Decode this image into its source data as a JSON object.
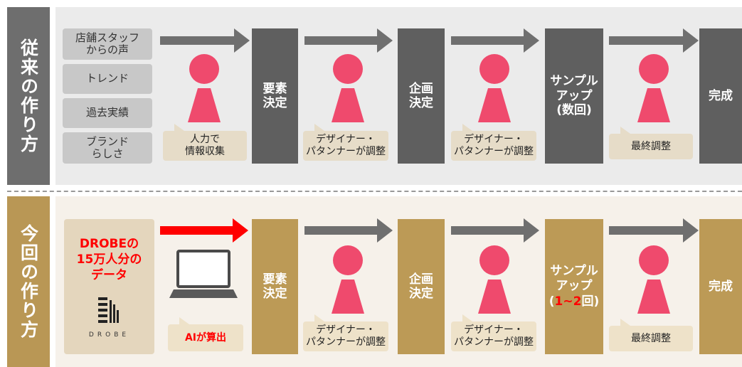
{
  "traditional": {
    "label": "従来の作り方",
    "sources": [
      "店舗スタッフ\nからの声",
      "トレンド",
      "過去実績",
      "ブランド\nらしさ"
    ],
    "bubble1": "人力で\n情報収集",
    "block_element": "要素\n決定",
    "bubble2": "デザイナー・\nパタンナーが調整",
    "block_plan": "企画\n決定",
    "bubble3": "デザイナー・\nパタンナーが調整",
    "block_sample": "サンプル\nアップ\n(数回)",
    "bubble4": "最終調整",
    "block_done": "完成"
  },
  "current": {
    "label": "今回の作り方",
    "data_source_line1": "DROBEの",
    "data_source_line2": "15万人分の",
    "data_source_line3": "データ",
    "brand_name": "DROBE",
    "ai_label": "AIが算出",
    "block_element": "要素\n決定",
    "bubble2": "デザイナー・\nパタンナーが調整",
    "block_plan": "企画\n決定",
    "bubble3": "デザイナー・\nパタンナーが調整",
    "block_sample_l1": "サンプル",
    "block_sample_l2": "アップ",
    "block_sample_l3a": "(",
    "block_sample_l3b": "1~2",
    "block_sample_l3c": "回)",
    "bubble4": "最終調整",
    "block_done": "完成"
  },
  "colors": {
    "traditional_sidebar": "#6e6e6e",
    "traditional_block": "#5f5f5f",
    "traditional_panel": "#ebebeb",
    "current_sidebar": "#b99755",
    "current_block": "#bc9a56",
    "current_panel": "#f6f1ea",
    "person": "#ef4a6d",
    "arrow_gray": "#6f6f6f",
    "arrow_red": "#ff0000",
    "highlight_red": "#ff0000"
  },
  "icons": [
    "person-icon",
    "laptop-icon",
    "drobe-logo-icon",
    "arrow-right-icon"
  ]
}
